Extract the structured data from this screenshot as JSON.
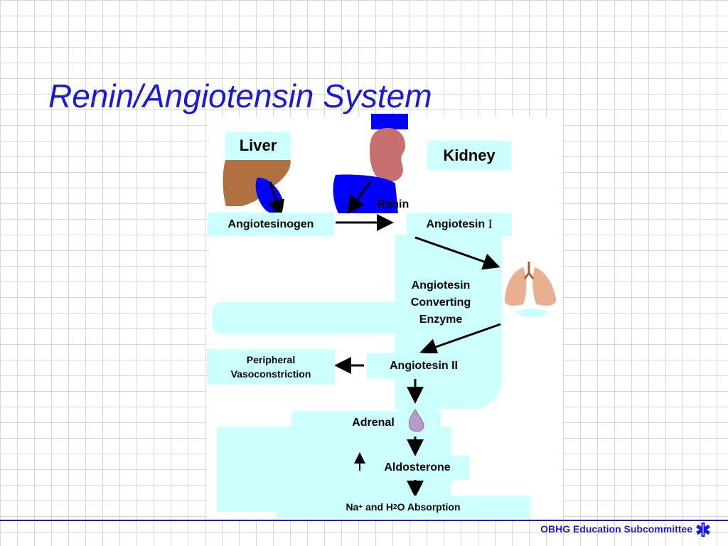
{
  "slide": {
    "title": "Renin/Angiotensin System",
    "footer": "OBHG Education Subcommittee"
  },
  "diagram": {
    "liver_label": "Liver",
    "kidney_label": "Kidney",
    "renin_label": "Renin",
    "angiotensinogen_label": "Angiotesinogen",
    "angiotensin1_label": "Angiotesin",
    "angiotensin1_numeral": "I",
    "ace_line1": "Angiotesin",
    "ace_line2": "Converting",
    "ace_line3": "Enzyme",
    "vasoconstriction_line1": "Peripheral",
    "vasoconstriction_line2": "Vasoconstriction",
    "angiotensin2_label": "Angiotesin II",
    "adrenal_label": "Adrenal",
    "aldosterone_label": "Aldosterone",
    "absorption_na": "Na",
    "absorption_plus": "+",
    "absorption_mid": " and H",
    "absorption_sub": "2",
    "absorption_end": "O Absorption"
  },
  "colors": {
    "title": "#1a1ad6",
    "box_fill": "#ccffff",
    "blood_blue": "#0000ff",
    "liver": "#b07040",
    "kidney": "#c87070",
    "lung": "#e8b090",
    "adrenal": "#b89ac8"
  }
}
